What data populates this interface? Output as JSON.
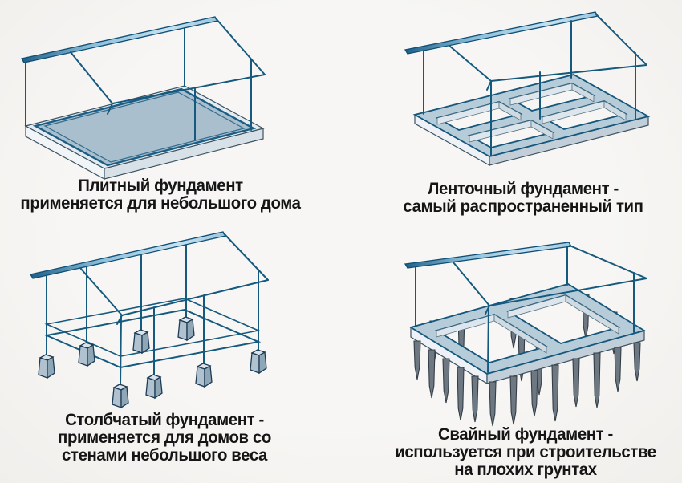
{
  "background_color": "#f5f4f2",
  "palette": {
    "wireframe_line": "#155a7e",
    "roof_ridge_dark": "#1f5f87",
    "slab_surface": "#aabfcd",
    "foundation_strip": "#b7ccd9",
    "pier_block": "#b0c2cf",
    "pile": "#6e7882",
    "caption_text": "#151515"
  },
  "figures": [
    {
      "id": "slab-foundation",
      "caption": [
        "Плитный фундамент",
        "применяется для небольшого дома"
      ]
    },
    {
      "id": "strip-foundation",
      "caption": [
        "Ленточный фундамент -",
        "самый распространенный тип"
      ]
    },
    {
      "id": "columnar-foundation",
      "caption": [
        "Столбчатый фундамент -",
        "применяется для домов со",
        "стенами небольшого веса"
      ]
    },
    {
      "id": "pile-foundation",
      "caption": [
        "Свайный фундамент -",
        "используется при строительстве",
        "на плохих грунтах"
      ]
    }
  ]
}
